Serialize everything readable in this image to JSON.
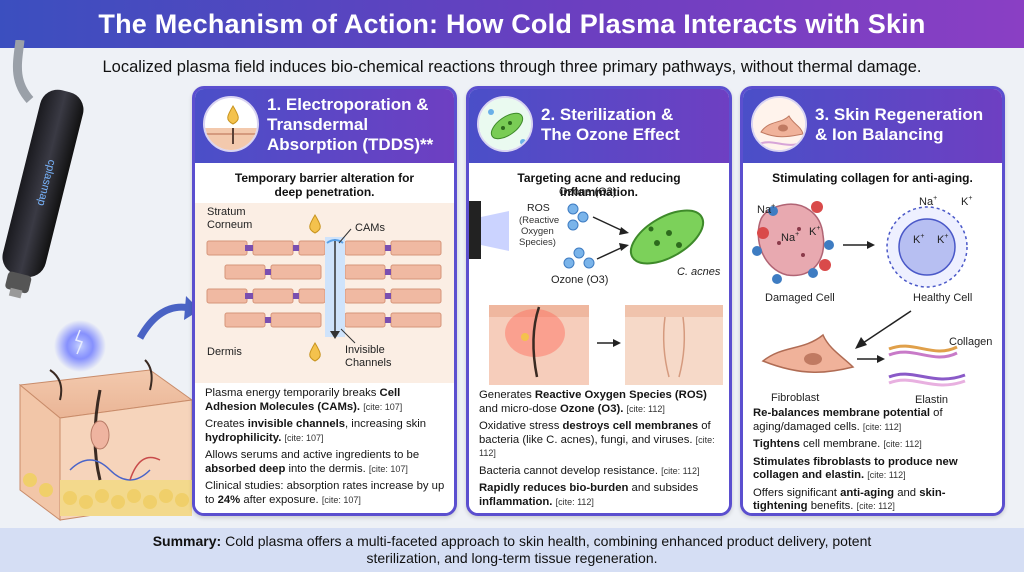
{
  "title": "The Mechanism of Action: How Cold Plasma Interacts with Skin",
  "subtitle": "Localized plasma field induces bio-chemical reactions through three primary pathways, without thermal damage.",
  "device_label": "cplasmap",
  "panels": [
    {
      "title_line1": "1. Electroporation &",
      "title_line2": "Transdermal",
      "title_line3": "Absorption (TDDS)**",
      "tagline_line1": "Temporary barrier alteration for",
      "tagline_line2": "deep penetration.",
      "labels": {
        "stratum": "Stratum",
        "corneum": "Corneum",
        "cams": "CAMs",
        "dermis": "Dermis",
        "invisible": "Invisible",
        "channels": "Channels"
      },
      "bullets": [
        {
          "pre": "Plasma energy temporarily breaks ",
          "bold": "Cell Adhesion Molecules (CAMs).",
          "post": " ",
          "cite": "[cite: 107]"
        },
        {
          "pre": "Creates ",
          "bold": "invisible channels",
          "post": ", increasing skin ",
          "bold2": "hydrophilicity.",
          "cite": "[cite: 107]"
        },
        {
          "pre": "Allows serums and active ingredients to be ",
          "bold": "absorbed deep",
          "post": " into the dermis. ",
          "cite": "[cite: 107]"
        },
        {
          "pre": "Clinical studies: absorption rates increase by up to ",
          "bold": "24%",
          "post": " after exposure. ",
          "cite": "[cite: 107]"
        }
      ]
    },
    {
      "title_line1": "2. Sterilization &",
      "title_line2": "The Ozone Effect",
      "tagline_line1": "Targeting acne and reducing inflammation.",
      "labels": {
        "ozone_top": "Ozone (O3)",
        "ros1": "ROS",
        "ros2": "(Reactive",
        "ros3": "Oxygen",
        "ros4": "Species)",
        "ozone_bottom": "Ozone (O3)",
        "c_acnes": "C. acnes"
      },
      "bullets": [
        {
          "pre": "Generates ",
          "bold": "Reactive Oxygen Species (ROS)",
          "post": " and micro-dose ",
          "bold2": "Ozone (O3).",
          "cite": "[cite: 112]"
        },
        {
          "pre": "Oxidative stress ",
          "bold": "destroys cell membranes",
          "post": " of bacteria (like C. acnes), fungi, and viruses. ",
          "cite": "[cite: 112]"
        },
        {
          "pre": "Bacteria cannot develop resistance. ",
          "bold": "",
          "post": "",
          "cite": "[cite: 112]"
        },
        {
          "pre": "",
          "bold": "Rapidly reduces bio-burden",
          "post": " and subsides ",
          "bold2": "inflammation.",
          "cite": "[cite: 112]"
        }
      ]
    },
    {
      "title_line1": "3. Skin Regeneration",
      "title_line2": "& Ion Balancing",
      "tagline_line1": "Stimulating collagen for anti-aging.",
      "labels": {
        "damaged": "Damaged Cell",
        "healthy": "Healthy Cell",
        "fibroblast": "Fibroblast",
        "collagen": "Collagen",
        "elastin": "Elastin",
        "na": "Na",
        "k": "K"
      },
      "bullets": [
        {
          "pre": "",
          "bold": "Re-balances membrane potential",
          "post": " of aging/damaged cells. ",
          "cite": "[cite: 112]"
        },
        {
          "pre": "",
          "bold": "Tightens",
          "post": " cell membrane. ",
          "cite": "[cite: 112]"
        },
        {
          "pre": "",
          "bold": "Stimulates fibroblasts to produce new collagen and elastin.",
          "post": " ",
          "cite": "[cite: 112]"
        },
        {
          "pre": "Offers significant ",
          "bold": "anti-aging",
          "post": " and ",
          "bold2": "skin-tightening",
          "post2": " benefits. ",
          "cite": "[cite: 112]"
        }
      ]
    }
  ],
  "summary": {
    "label": "Summary:",
    "line1": " Cold plasma offers a multi-faceted approach to skin health, combining enhanced product delivery, potent",
    "line2": "sterilization, and long-term tissue regeneration."
  }
}
